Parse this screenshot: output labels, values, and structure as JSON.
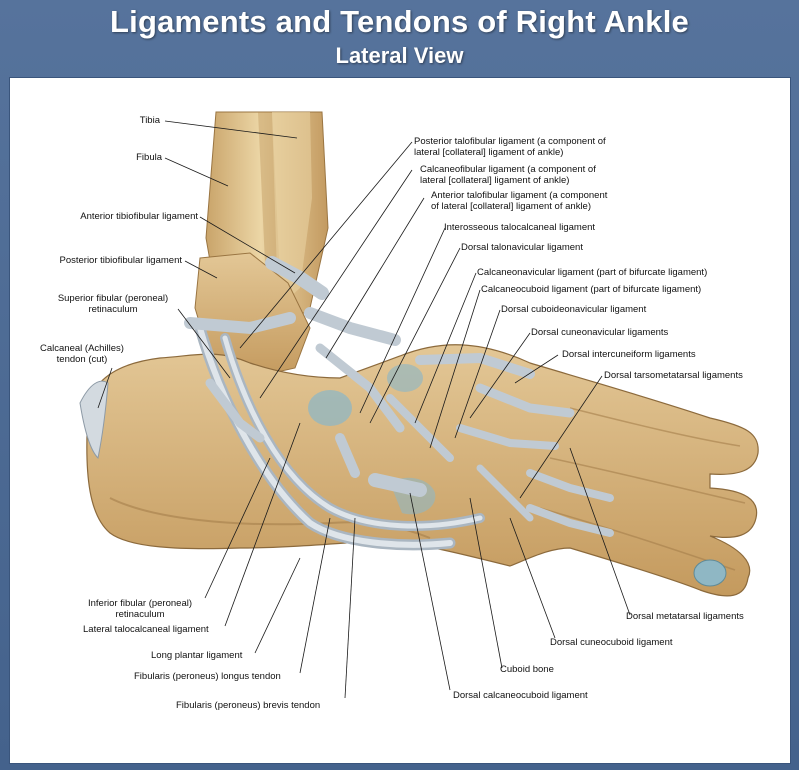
{
  "header": {
    "title": "Ligaments and Tendons of Right Ankle",
    "subtitle": "Lateral View"
  },
  "colors": {
    "frame": "#4d6b95",
    "bone": "#d8b884",
    "bone_shadow": "#b58a4e",
    "ligament": "#c9d2da",
    "cartilage": "#8fb7c4"
  },
  "labels": {
    "tibia": "Tibia",
    "fibula": "Fibula",
    "anterior_tibiofibular": "Anterior tibiofibular ligament",
    "posterior_tibiofibular": "Posterior tibiofibular ligament",
    "superior_fibular_1": "Superior fibular (peroneal)",
    "superior_fibular_2": "retinaculum",
    "calcaneal_1": "Calcaneal (Achilles)",
    "calcaneal_2": "tendon (cut)",
    "posterior_talofibular_1": "Posterior talofibular ligament (a component of",
    "posterior_talofibular_2": "lateral [collateral] ligament of ankle)",
    "calcaneofibular_1": "Calcaneofibular ligament (a component of",
    "calcaneofibular_2": "lateral [collateral] ligament of ankle)",
    "anterior_talofibular_1": "Anterior talofibular ligament (a component",
    "anterior_talofibular_2": "of lateral [collateral] ligament of ankle)",
    "interosseous_talocalcaneal": "Interosseous talocalcaneal ligament",
    "dorsal_talonavicular": "Dorsal talonavicular ligament",
    "calcaneonavicular": "Calcaneonavicular ligament (part of bifurcate ligament)",
    "calcaneocuboid": "Calcaneocuboid ligament (part of bifurcate ligament)",
    "dorsal_cuboideonavicular": "Dorsal cuboideonavicular ligament",
    "dorsal_cuneonavicular": "Dorsal cuneonavicular ligaments",
    "dorsal_intercuneiform": "Dorsal intercuneiform ligaments",
    "dorsal_tarsometatarsal": "Dorsal tarsometatarsal ligaments",
    "inferior_fibular_1": "Inferior fibular (peroneal)",
    "inferior_fibular_2": "retinaculum",
    "lateral_talocalcaneal": "Lateral talocalcaneal ligament",
    "long_plantar": "Long plantar ligament",
    "fibularis_longus": "Fibularis (peroneus) longus tendon",
    "fibularis_brevis": "Fibularis (peroneus) brevis tendon",
    "dorsal_metatarsal": "Dorsal metatarsal ligaments",
    "dorsal_cuneocuboid": "Dorsal cuneocuboid ligament",
    "cuboid_bone": "Cuboid bone",
    "dorsal_calcaneocuboid": "Dorsal calcaneocuboid ligament"
  }
}
